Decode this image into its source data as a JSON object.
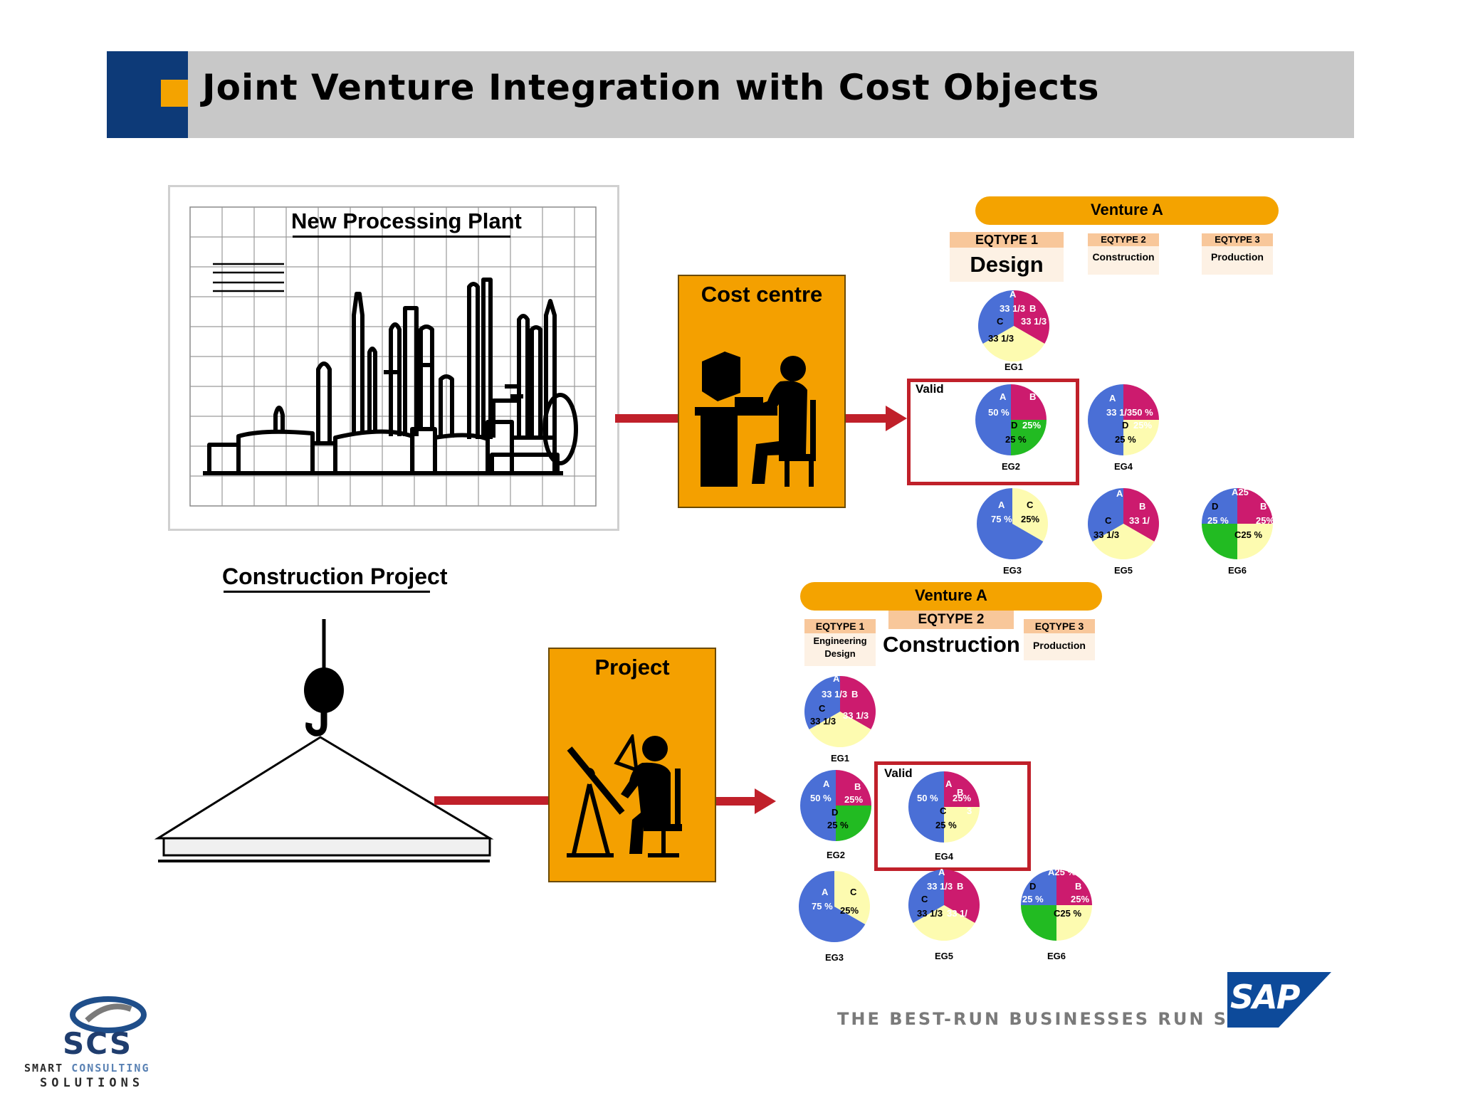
{
  "header": {
    "title": "Joint Venture Integration with Cost Objects"
  },
  "plant": {
    "label": "New Processing Plant"
  },
  "construction": {
    "label": "Construction Project"
  },
  "top_flow": {
    "box_title": "Cost centre",
    "venture": "Venture A",
    "eqtypes": [
      {
        "label": "EQTYPE 1",
        "sub": "Design"
      },
      {
        "label": "EQTYPE 2",
        "sub": "Construction"
      },
      {
        "label": "EQTYPE 3",
        "sub": "Production"
      }
    ],
    "valid_label": "Valid",
    "groups": [
      {
        "id": "EG1",
        "labels": [
          [
            "A",
            "light"
          ],
          [
            "33 1/3",
            "light"
          ],
          [
            "B",
            "light"
          ],
          [
            "33 1/3",
            "light"
          ],
          [
            "C",
            "dark"
          ],
          [
            "33 1/3",
            "dark"
          ]
        ]
      },
      {
        "id": "EG2",
        "labels": [
          [
            "A",
            "light"
          ],
          [
            "50 %",
            "light"
          ],
          [
            "B",
            "light"
          ],
          [
            "D",
            "dark"
          ],
          [
            "25%",
            "light"
          ],
          [
            "25 %",
            "dark"
          ]
        ]
      },
      {
        "id": "EG3",
        "labels": [
          [
            "A",
            "light"
          ],
          [
            "75 %",
            "light"
          ],
          [
            "C",
            "dark"
          ],
          [
            "25%",
            "dark"
          ]
        ]
      },
      {
        "id": "EG4",
        "labels": [
          [
            "A",
            "light"
          ],
          [
            "33 1/3",
            "light"
          ],
          [
            "50 %",
            "light"
          ],
          [
            "D",
            "dark"
          ],
          [
            "25%",
            "light"
          ],
          [
            "25 %",
            "dark"
          ]
        ]
      },
      {
        "id": "EG5",
        "labels": [
          [
            "A",
            "light"
          ],
          [
            "B",
            "light"
          ],
          [
            "33 1/",
            "light"
          ],
          [
            "C",
            "dark"
          ],
          [
            "33 1/3",
            "dark"
          ]
        ]
      },
      {
        "id": "EG6",
        "labels": [
          [
            "A25",
            "light"
          ],
          [
            "D",
            "dark"
          ],
          [
            "25 %",
            "light"
          ],
          [
            "B",
            "light"
          ],
          [
            "25%",
            "light"
          ],
          [
            "C25 %",
            "dark"
          ]
        ]
      }
    ]
  },
  "bottom_flow": {
    "box_title": "Project",
    "venture": "Venture A",
    "eqtypes": [
      {
        "label": "EQTYPE 1",
        "sub": "Engineering Design"
      },
      {
        "label": "EQTYPE 2",
        "sub": "Construction"
      },
      {
        "label": "EQTYPE 3",
        "sub": "Production"
      }
    ],
    "valid_label": "Valid",
    "groups": [
      {
        "id": "EG1",
        "labels": [
          [
            "A",
            "light"
          ],
          [
            "33 1/3",
            "light"
          ],
          [
            "B",
            "light"
          ],
          [
            "33 1/3",
            "light"
          ],
          [
            "C",
            "dark"
          ],
          [
            "33 1/3",
            "dark"
          ]
        ]
      },
      {
        "id": "EG2",
        "labels": [
          [
            "A",
            "light"
          ],
          [
            "50 %",
            "light"
          ],
          [
            "B",
            "light"
          ],
          [
            "25%",
            "light"
          ],
          [
            "D",
            "dark"
          ],
          [
            "25 %",
            "dark"
          ]
        ]
      },
      {
        "id": "EG4",
        "labels": [
          [
            "50 %",
            "light"
          ],
          [
            "A",
            "light"
          ],
          [
            "B",
            "light"
          ],
          [
            "25%",
            "light"
          ],
          [
            "3",
            "light"
          ],
          [
            "C",
            "dark"
          ],
          [
            "25 %",
            "dark"
          ]
        ]
      },
      {
        "id": "EG3",
        "labels": [
          [
            "A",
            "light"
          ],
          [
            "75 %",
            "light"
          ],
          [
            "C",
            "dark"
          ],
          [
            "25%",
            "dark"
          ]
        ]
      },
      {
        "id": "EG5",
        "labels": [
          [
            "A",
            "light"
          ],
          [
            "33 1/3",
            "light"
          ],
          [
            "B",
            "light"
          ],
          [
            "C",
            "dark"
          ],
          [
            "33 1/3",
            "dark"
          ],
          [
            "33 1/",
            "light"
          ]
        ]
      },
      {
        "id": "EG6",
        "labels": [
          [
            "A25 %",
            "light"
          ],
          [
            "D",
            "dark"
          ],
          [
            "25 %",
            "light"
          ],
          [
            "B",
            "light"
          ],
          [
            "25%",
            "light"
          ],
          [
            "C25 %",
            "dark"
          ]
        ]
      }
    ]
  },
  "footer": {
    "tagline": "THE BEST-RUN BUSINESSES RUN SAP",
    "sap_logo": "SAP",
    "scs_logo": "SCS",
    "scs_line1a": "SMART",
    "scs_line1b": "CONSULTING",
    "scs_line2": "SOLUTIONS"
  },
  "colors": {
    "accent_orange": "#f4a300",
    "header_blue": "#0d3a78",
    "arrow_red": "#c0202a",
    "pie_blue": "#4a6fd6",
    "pie_magenta": "#cc1b6e",
    "pie_yellow": "#fdfbb0",
    "pie_green": "#22bb22"
  }
}
